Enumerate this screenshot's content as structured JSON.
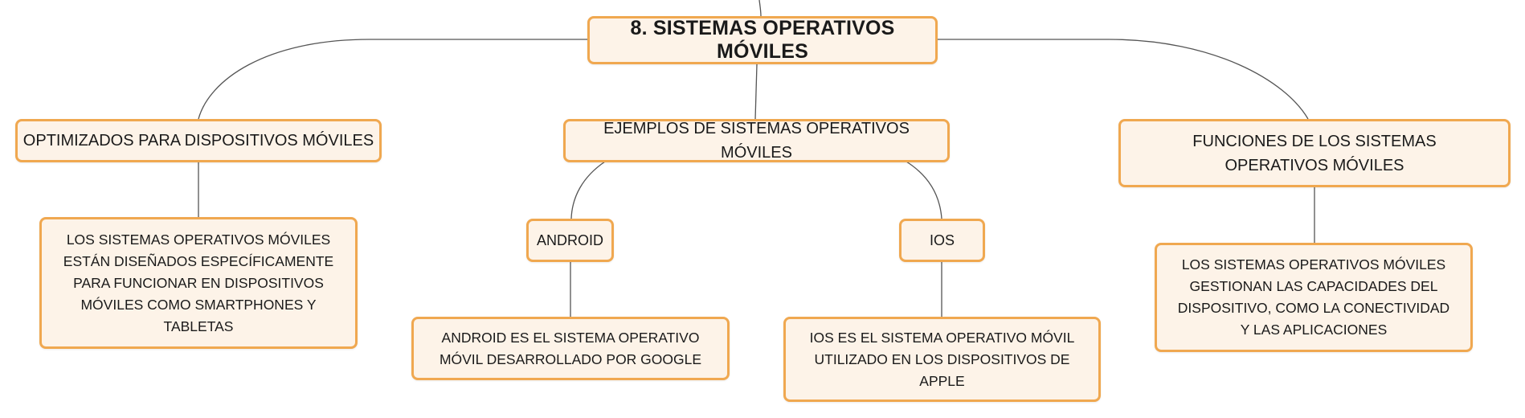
{
  "colors": {
    "node_fill": "#fdf3e8",
    "node_border": "#f0a850",
    "connector": "#555555"
  },
  "diagram": {
    "root": {
      "label": "8. SISTEMAS OPERATIVOS MÓVILES"
    },
    "branches": {
      "optimizados": {
        "label": "OPTIMIZADOS PARA DISPOSITIVOS MÓVILES",
        "detail": "LOS SISTEMAS OPERATIVOS MÓVILES ESTÁN DISEÑADOS ESPECÍFICAMENTE PARA FUNCIONAR EN DISPOSITIVOS MÓVILES COMO SMARTPHONES Y TABLETAS"
      },
      "ejemplos": {
        "label": "EJEMPLOS DE SISTEMAS OPERATIVOS MÓVILES",
        "android": {
          "label": "ANDROID",
          "detail": "ANDROID ES EL SISTEMA OPERATIVO MÓVIL DESARROLLADO POR GOOGLE"
        },
        "ios": {
          "label": "IOS",
          "detail": "IOS ES EL SISTEMA OPERATIVO MÓVIL UTILIZADO EN LOS DISPOSITIVOS DE APPLE"
        }
      },
      "funciones": {
        "label": "FUNCIONES DE LOS SISTEMAS OPERATIVOS MÓVILES",
        "detail": "LOS SISTEMAS OPERATIVOS MÓVILES GESTIONAN LAS CAPACIDADES DEL DISPOSITIVO, COMO LA CONECTIVIDAD Y LAS APLICACIONES"
      }
    }
  }
}
